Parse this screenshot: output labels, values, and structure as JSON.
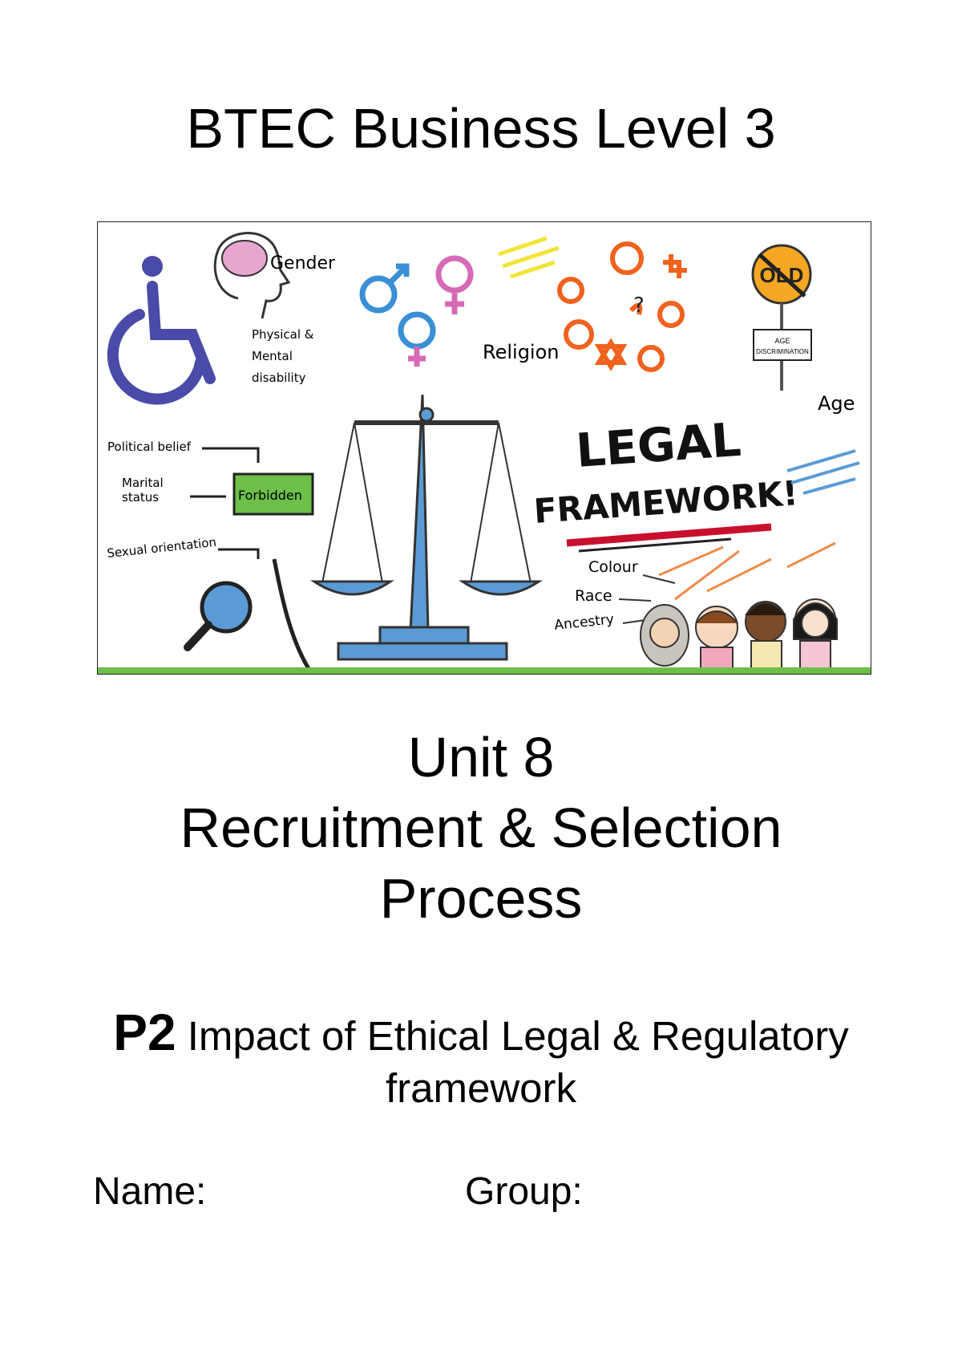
{
  "header": {
    "title": "BTEC Business Level 3"
  },
  "figure": {
    "heading_line1": "LEGAL",
    "heading_line2": "FRAMEWORK!",
    "labels": {
      "gender": "Gender",
      "physical": "Physical &",
      "mental": "Mental",
      "disability": "disability",
      "religion": "Religion",
      "age": "Age",
      "age_sign_line1": "AGE",
      "age_sign_line2": "DISCRIMINATION",
      "old_sign": "OLD",
      "political": "Political belief",
      "marital1": "Marital",
      "marital2": "status",
      "forbidden": "Forbidden",
      "sexual": "Sexual orientation",
      "colour": "Colour",
      "race": "Race",
      "ancestry": "Ancestry"
    },
    "colors": {
      "accent_green": "#6cc04a",
      "wheelchair": "#4a4aa8",
      "male_symbol": "#3a8fd6",
      "female_symbol": "#d66ab7",
      "religion_symbols": "#f0621e",
      "scales": "#5b9bd5",
      "underline_red": "#c8102e"
    }
  },
  "unit": {
    "line1": "Unit 8",
    "line2": "Recruitment & Selection",
    "line3": "Process"
  },
  "criteria": {
    "code": "P2",
    "text_line1": "Impact of Ethical Legal & Regulatory",
    "text_line2": "framework"
  },
  "form": {
    "name_label": "Name:",
    "group_label": "Group:"
  }
}
